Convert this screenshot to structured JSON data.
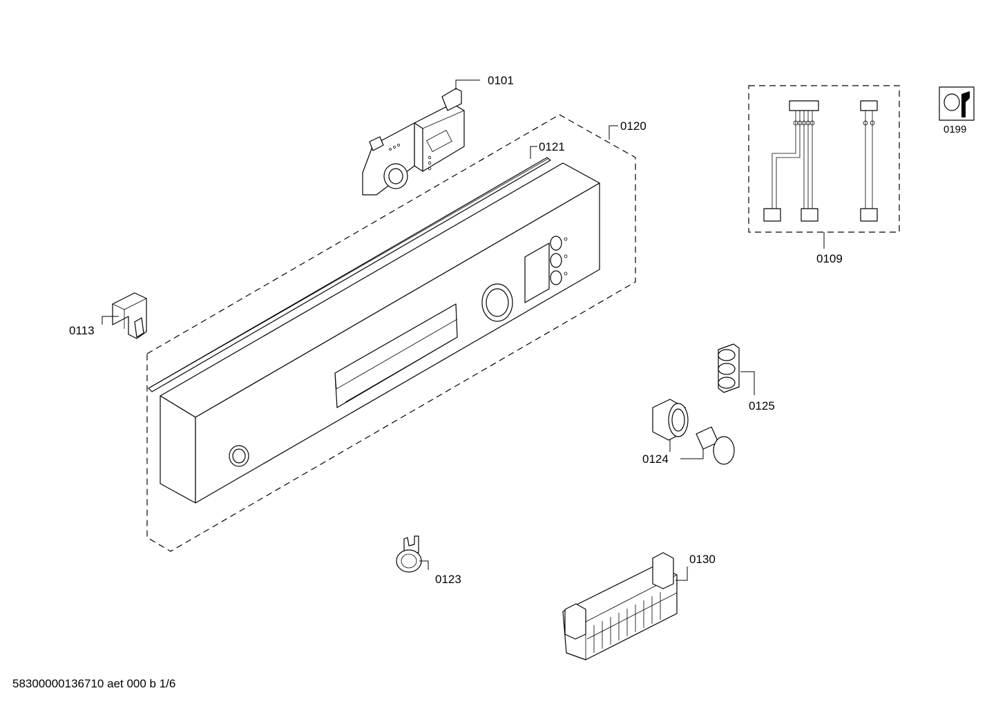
{
  "labels": {
    "p0101": "0101",
    "p0120": "0120",
    "p0121": "0121",
    "p0113": "0113",
    "p0109": "0109",
    "p0199": "0199",
    "p0125": "0125",
    "p0124": "0124",
    "p0123": "0123",
    "p0130": "0130"
  },
  "footer": {
    "document_code": "58300000136710 aet 000 b 1/6"
  }
}
